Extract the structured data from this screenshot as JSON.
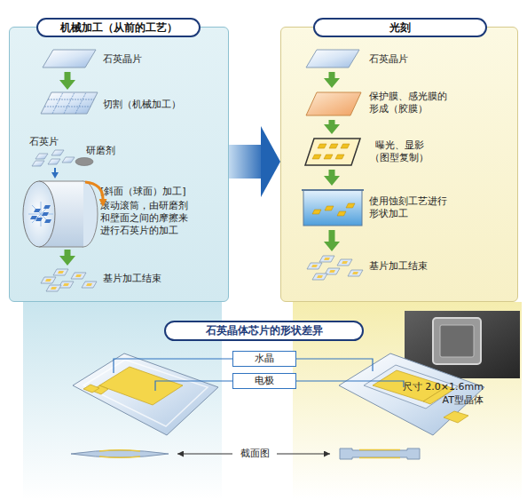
{
  "diagram": {
    "nodes": [
      {
        "text": [
          "机械加工（从前的工艺）"
        ]
      },
      {
        "text": [
          "石英晶片"
        ],
        "in": 0
      },
      {
        "text": [
          "切割（机械加工）"
        ],
        "in": 0
      },
      {
        "text": [
          "石英片"
        ],
        "in": 0
      },
      {
        "text": [
          "[斜面（球面）加工]",
          "滚动滚筒，由研磨剂和壁面之间的摩擦来进行石英片的加工"
        ],
        "in": 0
      },
      {
        "text": [
          "基片加工结束"
        ],
        "in": 0
      },
      {
        "text": [
          "光刻"
        ]
      },
      {
        "text": [
          "石英晶片"
        ],
        "in": 6
      },
      {
        "text": [
          "保护膜、感光膜的形成（胶膜）"
        ],
        "in": 6
      },
      {
        "text": [
          "曝光、显影（图型复制）"
        ],
        "in": 6
      },
      {
        "text": [
          "使用蚀刻工艺进行形状加工"
        ],
        "in": 6
      },
      {
        "text": [
          "基片加工结束"
        ],
        "in": 6
      },
      {
        "text": [
          "石英晶体芯片的形状差异"
        ]
      },
      {
        "text": [
          "水晶"
        ]
      },
      {
        "text": [
          "电极"
        ]
      }
    ],
    "edges": [
      {
        "from": 1,
        "to": 2,
        "arrow": "to"
      },
      {
        "from": 3,
        "to": 4,
        "arrow": "to"
      },
      {
        "from": 4,
        "to": 5,
        "arrow": "to"
      },
      {
        "from": 0,
        "to": 6,
        "arrow": "to"
      },
      {
        "from": 7,
        "to": 8,
        "arrow": "to"
      },
      {
        "from": 8,
        "to": 9,
        "arrow": "to"
      },
      {
        "from": 9,
        "to": 10,
        "arrow": "to"
      },
      {
        "from": 10,
        "to": 11,
        "arrow": "to"
      }
    ],
    "labels": [
      "研磨剂",
      "截面图",
      "尺寸 2.0×1.6mm",
      "AT型晶体"
    ]
  }
}
